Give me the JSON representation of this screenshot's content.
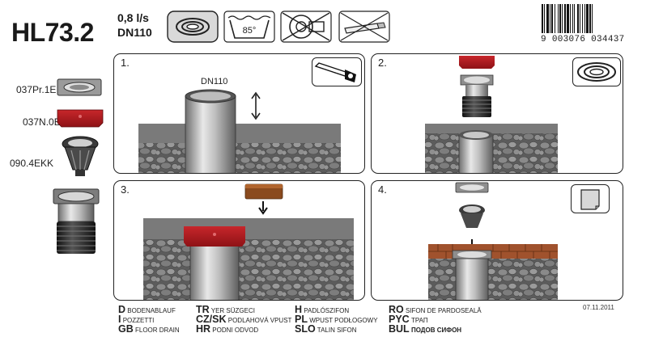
{
  "header": {
    "model": "HL73.2",
    "flow": "0,8 l/s",
    "size": "DN110",
    "icons": [
      "gasket-ring-icon",
      "hot-water-85-icon",
      "no-vehicle-icon",
      "no-cigarette-icon"
    ],
    "temperature": "85°",
    "barcode_leading": "9",
    "barcode_number": "003076 034437"
  },
  "sidebar": {
    "parts": [
      {
        "label": "037Pr.1E",
        "icon": "grate-frame-icon"
      },
      {
        "label": "037N.0E",
        "icon": "red-cover-icon"
      },
      {
        "label": "090.4EKK",
        "icon": "trap-insert-icon"
      }
    ],
    "assembly_icon": "drain-body-icon"
  },
  "steps": [
    {
      "number": "1.",
      "tool_icon": "saw-icon",
      "pipe_label": "DN110"
    },
    {
      "number": "2.",
      "tool_icon": "gasket-ring-icon"
    },
    {
      "number": "3.",
      "tool_icon": "mortar-trowel-icon"
    },
    {
      "number": "4.",
      "tool_icon": "tile-icon"
    }
  ],
  "languages": [
    {
      "code": "D",
      "text": "BODENABLAUF"
    },
    {
      "code": "I",
      "text": "POZZETTI"
    },
    {
      "code": "GB",
      "text": "FLOOR DRAIN"
    },
    {
      "code": "TR",
      "text": "YER SÜZGECI"
    },
    {
      "code": "CZ/SK",
      "text": "PODLAHOVÁ VPUST"
    },
    {
      "code": "HR",
      "text": "PODNI ODVOD"
    },
    {
      "code": "H",
      "text": "PADLÓSZIFON"
    },
    {
      "code": "PL",
      "text": "WPUST PODŁOGOWY"
    },
    {
      "code": "SLO",
      "text": "TALIN SIFON"
    },
    {
      "code": "RO",
      "text": "SIFON DE PARDOSEALĂ"
    },
    {
      "code": "PYC",
      "text": "ТРАП"
    },
    {
      "code": "BUL",
      "text": "ПОДОВ СИФОН"
    }
  ],
  "footer": {
    "date": "07.11.2011"
  },
  "colors": {
    "red_cover": "#b0191e",
    "stone_bg": "#6a6a6a",
    "screed": "#7a7a7a",
    "tile": "#a0522d"
  }
}
